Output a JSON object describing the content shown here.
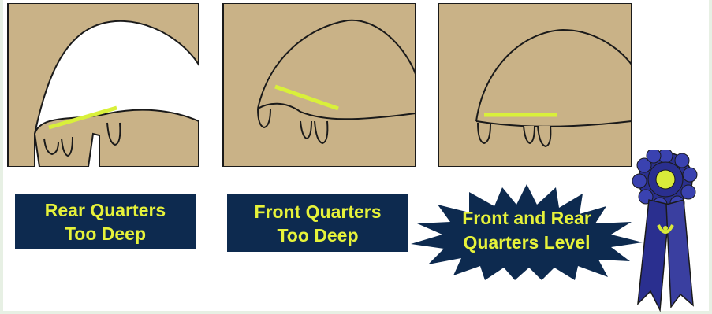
{
  "colors": {
    "udder_fill": "#c9b287",
    "outline": "#1a1a1a",
    "level_line": "#d9f03a",
    "label_bg": "#0d2a4f",
    "label_text": "#e6f23a",
    "ribbon_blue": "#2a2f8f",
    "ribbon_center": "#d9ea3a"
  },
  "panels": [
    {
      "caption_lines": [
        "Rear Quarters",
        "Too Deep"
      ]
    },
    {
      "caption_lines": [
        "Front Quarters",
        "Too Deep"
      ]
    },
    {
      "caption_lines": [
        "Front and Rear",
        "Quarters Level"
      ]
    }
  ],
  "icons": [
    "udder-rear-deep-icon",
    "udder-front-deep-icon",
    "udder-level-icon",
    "starburst-icon",
    "blue-ribbon-icon"
  ]
}
